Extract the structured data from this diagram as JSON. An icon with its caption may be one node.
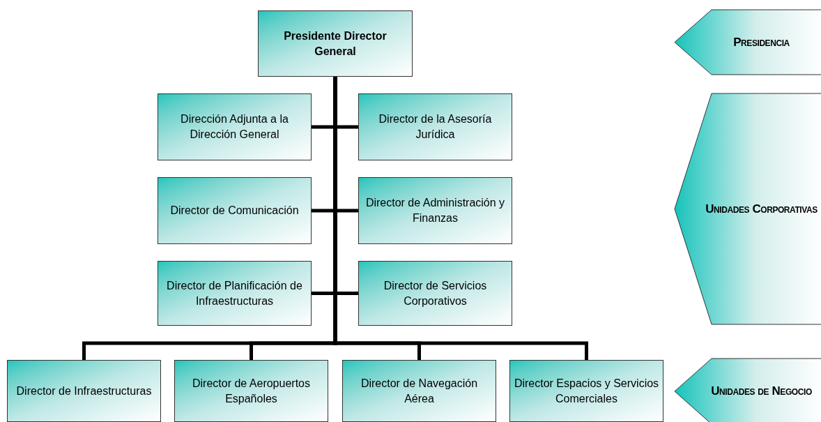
{
  "diagram": {
    "nodes": [
      {
        "text": [
          "Presidente Director General"
        ]
      },
      {
        "text": [
          "Dirección Adjunta a la Dirección General"
        ]
      },
      {
        "text": [
          "Director de la Asesoría Jurídica"
        ]
      },
      {
        "text": [
          "Director de Comunicación"
        ]
      },
      {
        "text": [
          "Director de Administración y Finanzas"
        ]
      },
      {
        "text": [
          "Director de Planificación de Infraestructuras"
        ]
      },
      {
        "text": [
          "Director de Servicios Corporativos"
        ]
      },
      {
        "text": [
          "Director de Infraestructuras"
        ]
      },
      {
        "text": [
          "Director de Aeropuertos Españoles"
        ]
      },
      {
        "text": [
          "Director de Navegación Aérea"
        ]
      },
      {
        "text": [
          "Director Espacios y Servicios Comerciales"
        ]
      },
      {
        "text": [
          "Presidencia"
        ]
      },
      {
        "text": [
          "Unidades Corporativas"
        ]
      },
      {
        "text": [
          "Unidades de Negocio"
        ]
      }
    ],
    "edges": [
      {
        "from": 0,
        "to": 1,
        "arrow": "none"
      },
      {
        "from": 0,
        "to": 2,
        "arrow": "none"
      },
      {
        "from": 0,
        "to": 3,
        "arrow": "none"
      },
      {
        "from": 0,
        "to": 4,
        "arrow": "none"
      },
      {
        "from": 0,
        "to": 5,
        "arrow": "none"
      },
      {
        "from": 0,
        "to": 6,
        "arrow": "none"
      },
      {
        "from": 0,
        "to": 7,
        "arrow": "none"
      },
      {
        "from": 0,
        "to": 8,
        "arrow": "none"
      },
      {
        "from": 0,
        "to": 9,
        "arrow": "none"
      },
      {
        "from": 0,
        "to": 10,
        "arrow": "none"
      }
    ]
  }
}
